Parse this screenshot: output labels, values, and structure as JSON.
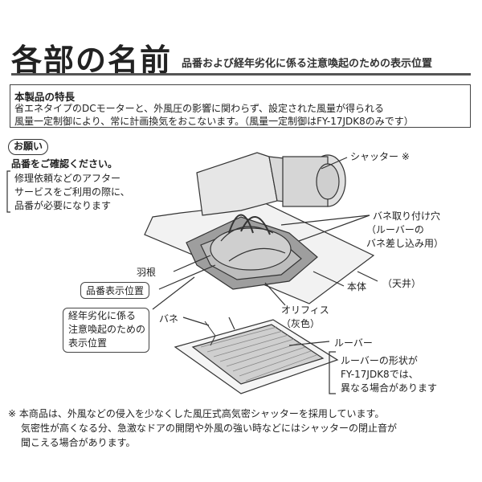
{
  "header": {
    "title": "各部の名前",
    "subtitle": "品番および経年劣化に係る注意喚起のための表示位置"
  },
  "features": {
    "heading": "本製品の特長",
    "line1": "省エネタイプのDCモーターと、外風圧の影響に関わらず、設定された風量が得られる",
    "line2": "風量一定制御により、常に計画換気をおこないます。（風量一定制御はFY-17JDK8のみです）"
  },
  "request": {
    "badge": "お願い",
    "heading": "品番をご確認ください。",
    "lines": [
      "修理依頼などのアフター",
      "サービスをご利用の際に、",
      "品番が必要になります"
    ]
  },
  "labels": {
    "shutter": "シャッター ※",
    "spring_hole": [
      "バネ取り付け穴",
      "（ルーバーの",
      "バネ差し込み用）"
    ],
    "body": "本体",
    "ceiling": "（天井）",
    "fan": "羽根",
    "model_position": "品番表示位置",
    "aging_notice": [
      "経年劣化に係る",
      "注意喚起のための",
      "表示位置"
    ],
    "spring": "バネ",
    "orifice": [
      "オリフィス",
      "（灰色）"
    ],
    "louver": "ルーバー",
    "louver_note": [
      "ルーバーの形状が",
      "FY-17JDK8では、",
      "異なる場合があります"
    ]
  },
  "footnote": {
    "lines": [
      "※ 本商品は、外風などの侵入を少なくした風圧式高気密シャッターを採用しています。",
      "気密性が高くなる分、急激なドアの開閉や外風の強い時などにはシャッターの閉止音が",
      "聞こえる場合があります。"
    ]
  },
  "colors": {
    "text": "#222222",
    "line": "#333333",
    "fill_gray": "#bdbdbd",
    "fill_light": "#e6e6e6"
  }
}
